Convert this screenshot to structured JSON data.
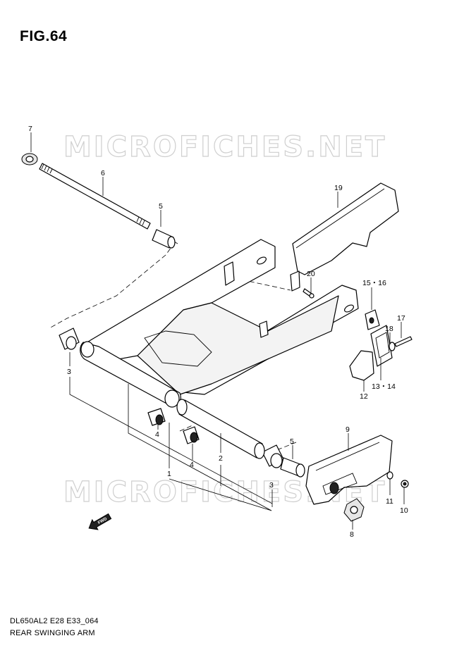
{
  "figure": {
    "title": "FIG.64"
  },
  "footer": {
    "model_code": "DL650AL2 E28 E33_064",
    "assembly_name": "REAR SWINGING ARM"
  },
  "watermark": {
    "text": "MICROFICHES.NET"
  },
  "direction_arrow": {
    "label": "FWD"
  },
  "callouts": {
    "c1": "1",
    "c2": "2",
    "c3a": "3",
    "c3b": "3",
    "c4a": "4",
    "c4b": "4",
    "c5a": "5",
    "c5b": "5",
    "c6": "6",
    "c7": "7",
    "c8": "8",
    "c9": "9",
    "c10": "10",
    "c11": "11",
    "c12": "12",
    "c13_14": "13・14",
    "c15_16": "15・16",
    "c17": "17",
    "c18": "18",
    "c19": "19",
    "c20": "20"
  }
}
